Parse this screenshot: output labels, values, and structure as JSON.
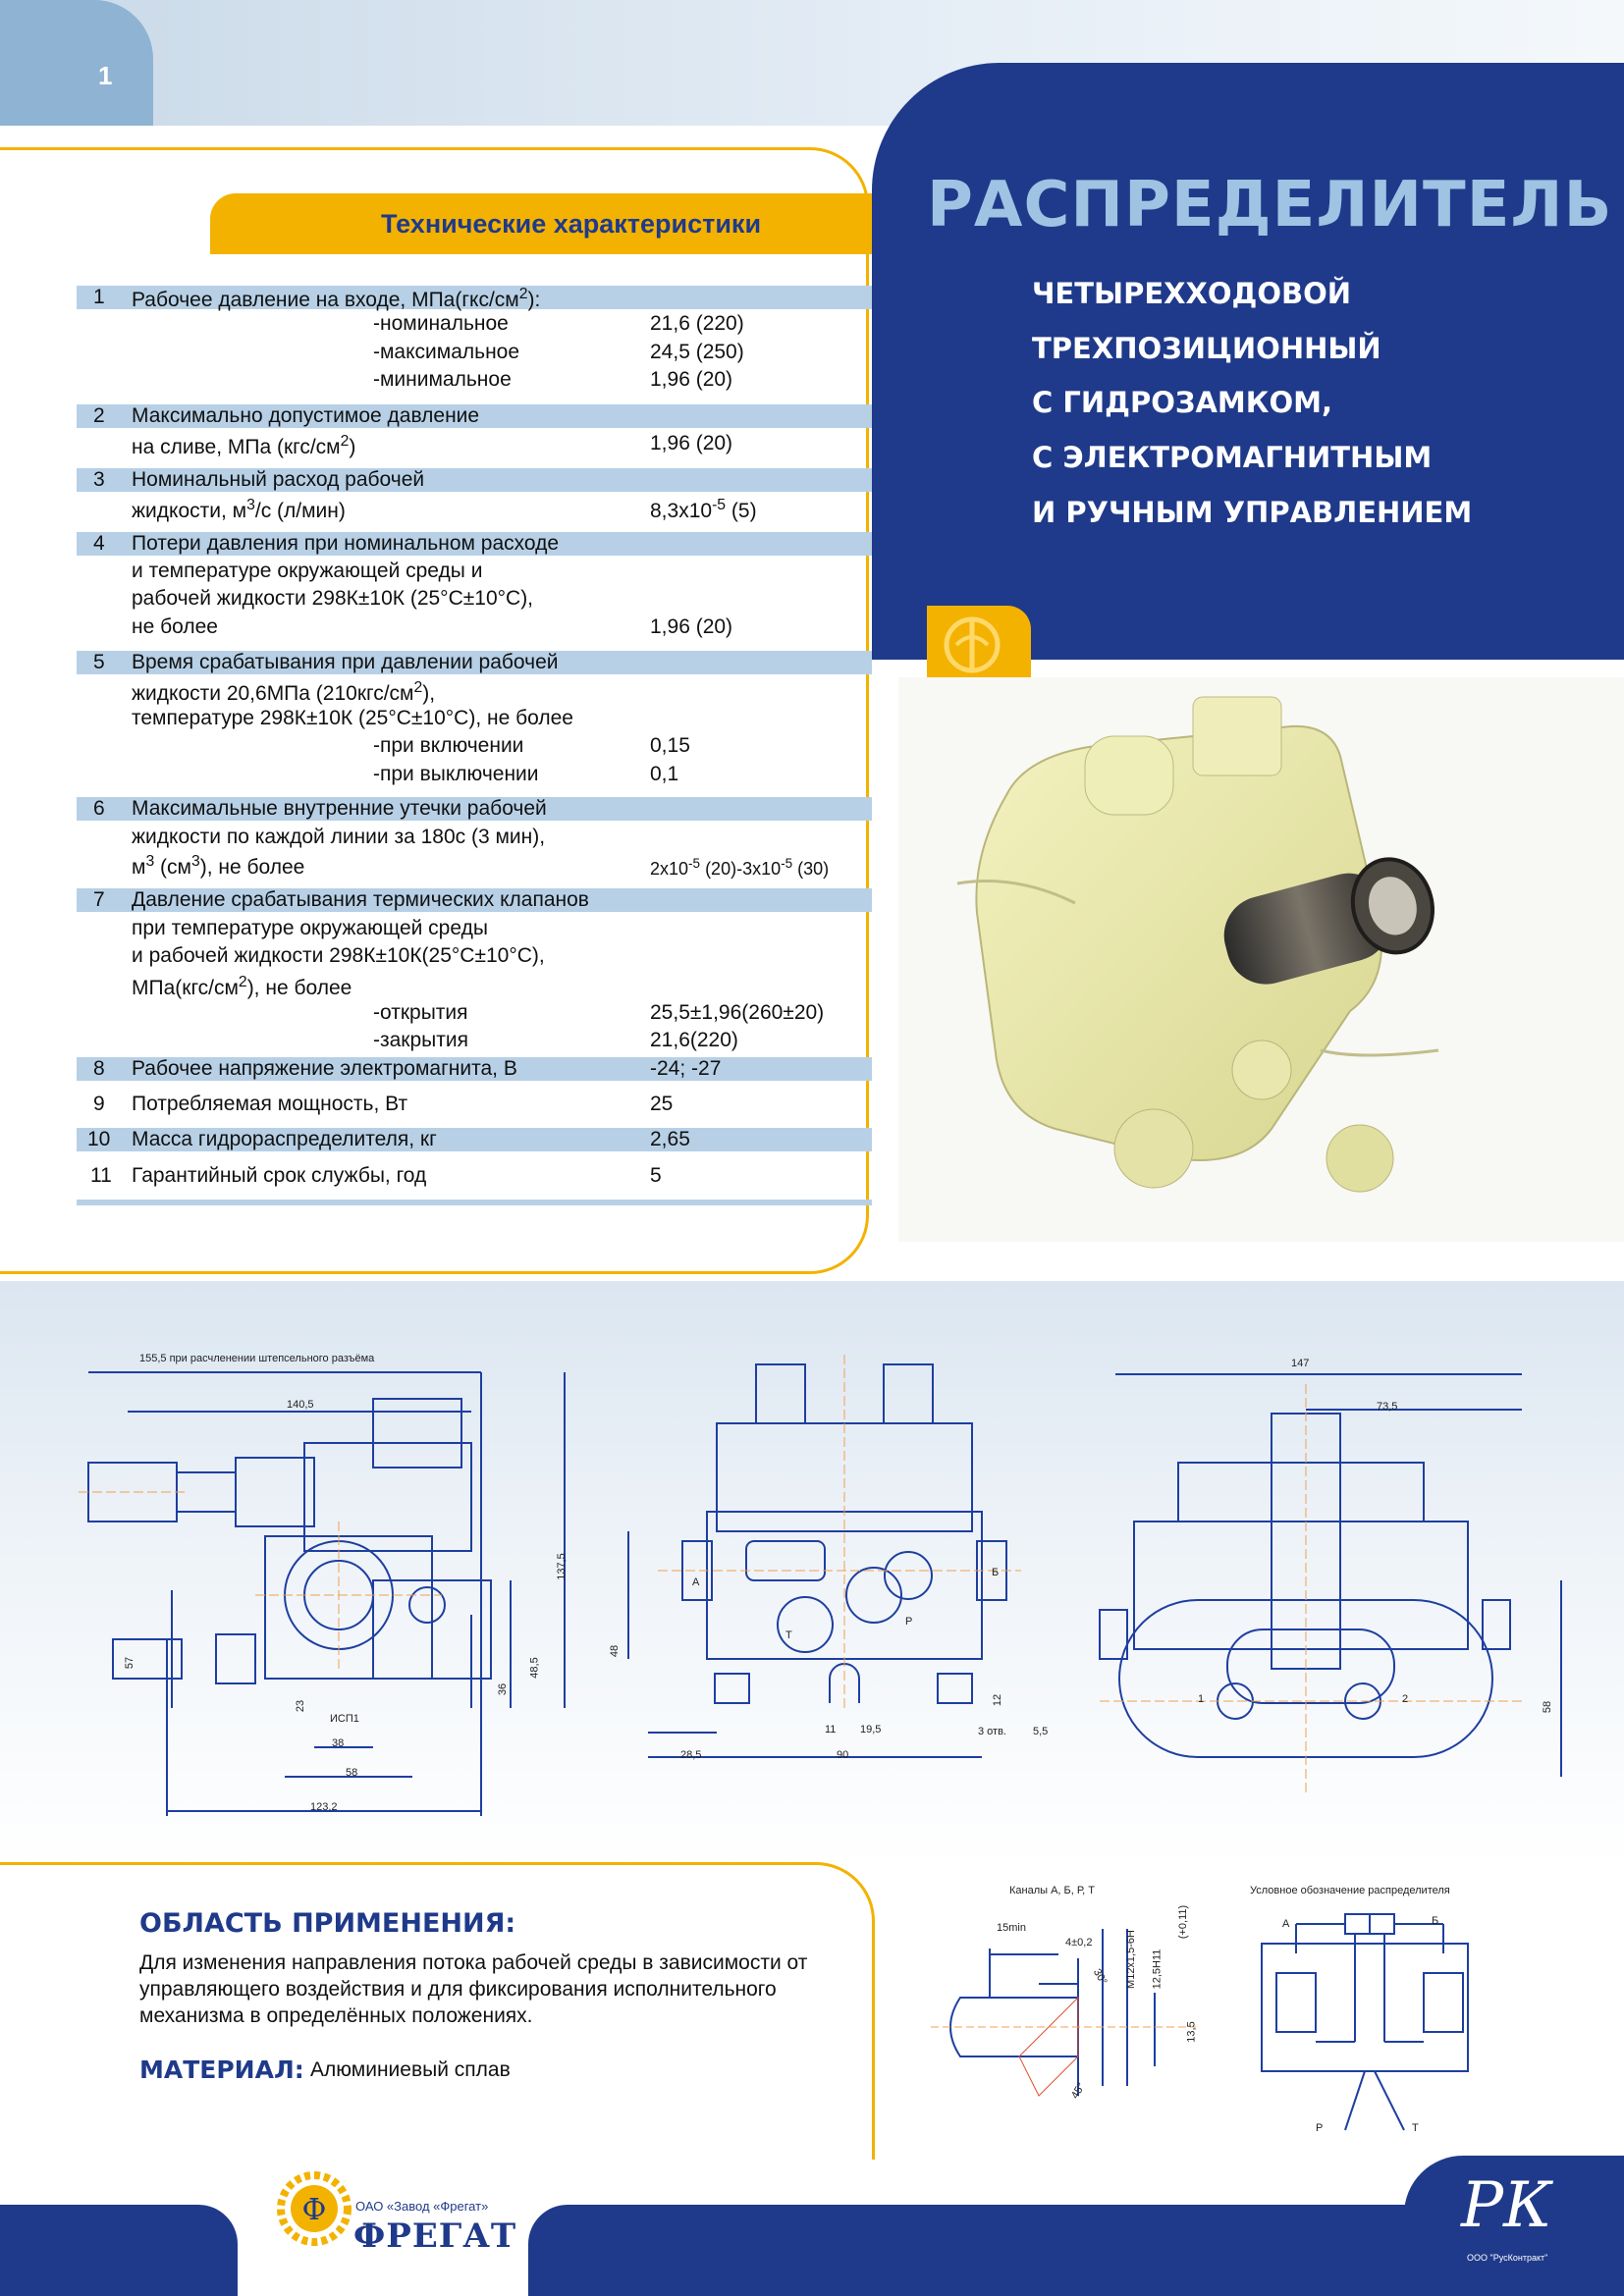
{
  "page_number": "1",
  "title": {
    "main": "РАСПРЕДЕЛИТЕЛЬ",
    "lines": [
      "ЧЕТЫРЕХХОДОВОЙ",
      "ТРЕХПОЗИЦИОННЫЙ",
      "С ГИДРОЗАМКОМ,",
      "С ЭЛЕКТРОМАГНИТНЫМ",
      "И РУЧНЫМ УПРАВЛЕНИЕМ"
    ]
  },
  "specs": {
    "heading": "Технические характеристики",
    "r1": {
      "n": "1",
      "t": "Рабочее давление на входе, МПа(гкс/см",
      "sup": "2",
      "tail": "):",
      "s1": "-номинальное",
      "v1": "21,6 (220)",
      "s2": "-максимальное",
      "v2": "24,5 (250)",
      "s3": "-минимальное",
      "v3": "1,96 (20)"
    },
    "r2": {
      "n": "2",
      "t1": "Максимально допустимое давление",
      "t2": "на сливе, МПа (кгс/см",
      "sup": "2",
      "tail": ")",
      "v": "1,96 (20)"
    },
    "r3": {
      "n": "3",
      "t1": "Номинальный расход рабочей",
      "t2": "жидкости, м",
      "sup": "3",
      "tail": "/с (л/мин)",
      "v_pre": "8,3x10",
      "v_sup": "-5",
      "v_post": " (5)"
    },
    "r4": {
      "n": "4",
      "t1": "Потери давления при номинальном расходе",
      "t2": "и температуре окружающей среды и",
      "t3": "рабочей жидкости 298К±10К (25°С±10°С),",
      "t4": "не более",
      "v": "1,96 (20)"
    },
    "r5": {
      "n": "5",
      "t1": "Время срабатывания при давлении рабочей",
      "t2": "жидкости 20,6МПа (210кгс/см",
      "sup": "2",
      "tail": "),",
      "t3": "температуре 298К±10К (25°С±10°С), не более",
      "s1": "-при включении",
      "v1": "0,15",
      "s2": "-при выключении",
      "v2": "0,1"
    },
    "r6": {
      "n": "6",
      "t1": "Максимальные внутренние утечки рабочей",
      "t2": "жидкости по каждой линии за 180с (3 мин),",
      "t3a": "м",
      "sup1": "3",
      "t3b": " (см",
      "sup2": "3",
      "t3c": "), не более",
      "v_a": "2x10",
      "v_sup1": "-5",
      "v_b": " (20)-3x10",
      "v_sup2": "-5",
      "v_c": " (30)"
    },
    "r7": {
      "n": "7",
      "t1": "Давление срабатывания термических клапанов",
      "t2": "при температуре окружающей среды",
      "t3": "и рабочей жидкости 298К±10К(25°С±10°С),",
      "t4a": "МПа(кгс/см",
      "sup": "2",
      "t4b": "), не более",
      "s1": "-открытия",
      "v1": "25,5±1,96(260±20)",
      "s2": "-закрытия",
      "v2": "21,6(220)"
    },
    "r8": {
      "n": "8",
      "t": "Рабочее напряжение электромагнита, В",
      "v": "-24; -27"
    },
    "r9": {
      "n": "9",
      "t": "Потребляемая мощность, Вт",
      "v": "25"
    },
    "r10": {
      "n": "10",
      "t": "Масса гидрораспределителя, кг",
      "v": "2,65"
    },
    "r11": {
      "n": "11",
      "t": "Гарантийный срок службы, год",
      "v": "5"
    }
  },
  "drawings": {
    "left": {
      "dim_top": "155,5 при расчленении штепсельного разъёма",
      "d1": "140,5",
      "d2": "137,5",
      "d3": "57",
      "d4": "48,5",
      "d5": "36",
      "d6": "23",
      "d7": "38",
      "d8": "58",
      "d9": "123,2",
      "label": "ИСП1"
    },
    "center": {
      "a": "А",
      "b": "Б",
      "t": "Т",
      "p": "Р",
      "d1": "48",
      "d2": "12",
      "d3": "11",
      "d4": "19,5",
      "d5": "28,5",
      "d6": "90",
      "d7": "3 отв.",
      "d8": "5,5"
    },
    "right": {
      "d1": "147",
      "d2": "73,5",
      "d3": "58",
      "p1": "1",
      "p2": "2"
    }
  },
  "application": {
    "heading": "ОБЛАСТЬ ПРИМЕНЕНИЯ:",
    "text": "Для изменения направления потока рабочей среды в зависимости от управляющего воздействия и для фиксирования исполнительного механизма в определённых положениях.",
    "material_label": "МАТЕРИАЛ:",
    "material_value": "Алюминиевый сплав"
  },
  "channels": {
    "title": "Каналы А, Б, Р, Т",
    "d1": "15min",
    "d2": "4±0,2",
    "d3": "30°",
    "d4": "M12x1,5-6H",
    "d5": "12,5H11",
    "d6": "(+0,11)",
    "d7": "13,5",
    "d8": "45°"
  },
  "symbol": {
    "title": "Условное обозначение распределителя",
    "a": "А",
    "b": "Б",
    "p": "Р",
    "t": "Т"
  },
  "footer": {
    "fregat_line": "ОАО «Завод «Фрегат»",
    "fregat_name": "ФРЕГАТ",
    "rk_logo": "РК",
    "rk_caption": "ООО \"РусКонтракт\""
  },
  "colors": {
    "navy": "#1f3a8a",
    "gold": "#f3b200",
    "band": "#b7d0e6",
    "light_blue": "#9fc3e3"
  }
}
